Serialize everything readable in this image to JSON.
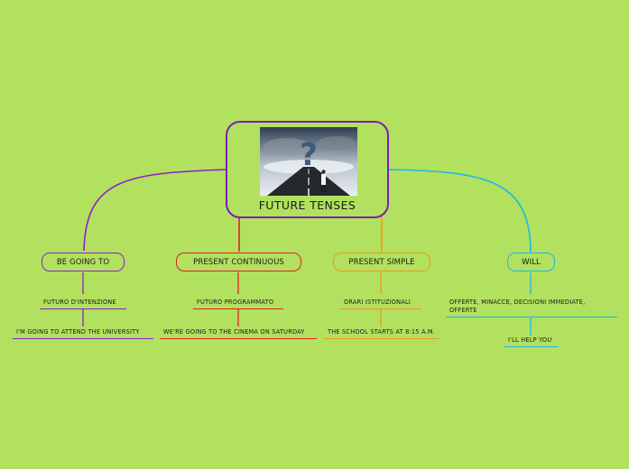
{
  "root": {
    "title": "FUTURE TENSES",
    "image_icon": "road-question-mark-image",
    "color": "#7c1fb5"
  },
  "branches": [
    {
      "id": "be-going-to",
      "label": "BE GOING TO",
      "color": "#8a22c4",
      "children": [
        {
          "label": "FUTURO D'INTENZIONE"
        },
        {
          "label": "I'M GOING TO ATTEND THE UNIVERSITY"
        }
      ]
    },
    {
      "id": "present-continuous",
      "label": "PRESENT CONTINUOUS",
      "color": "#e51f27",
      "children": [
        {
          "label": "FUTURO PROGRAMMATO"
        },
        {
          "label": "WE'RE GOING TO THE CINEMA ON SATURDAY"
        }
      ]
    },
    {
      "id": "present-simple",
      "label": "PRESENT SIMPLE",
      "color": "#f29718",
      "children": [
        {
          "label": "ORARI ISTITUZIONALI"
        },
        {
          "label": "THE SCHOOL STARTS AT 8:15 A.M."
        }
      ]
    },
    {
      "id": "will",
      "label": "WILL",
      "color": "#1fb7e6",
      "children": [
        {
          "label": "OFFERTE, MINACCE, DECISIONI IMMEDIATE, OFFERTE"
        },
        {
          "label": "I'LL HELP YOU"
        }
      ]
    }
  ]
}
